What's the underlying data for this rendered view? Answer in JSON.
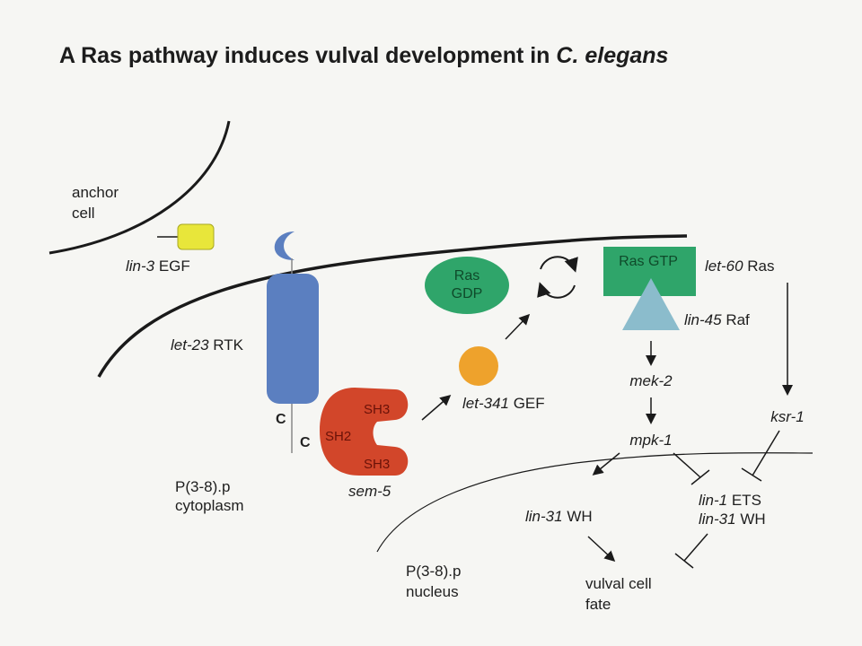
{
  "title": {
    "main": "A Ras pathway induces vulval development in ",
    "species": "C. elegans"
  },
  "labels": {
    "anchor_cell": [
      "anchor",
      "cell"
    ],
    "lin3": {
      "gene": "lin-3",
      "protein": " EGF"
    },
    "let23": {
      "gene": "let-23",
      "protein": " RTK"
    },
    "sem5": "sem-5",
    "sh3_top": "SH3",
    "sh2": "SH2",
    "sh3_bottom": "SH3",
    "c_mark": "C",
    "ras_gdp": [
      "Ras",
      "GDP"
    ],
    "ras_gtp": "Ras GTP",
    "let60": {
      "gene": "let-60",
      "protein": " Ras"
    },
    "lin45": {
      "gene": "lin-45",
      "protein": " Raf"
    },
    "let341": {
      "gene": "let-341",
      "protein": " GEF"
    },
    "mek2": "mek-2",
    "mpk1": "mpk-1",
    "ksr1": "ksr-1",
    "lin31_left": {
      "gene": "lin-31",
      "protein": " WH"
    },
    "lin1": {
      "gene": "lin-1",
      "protein": " ETS"
    },
    "lin31_right": {
      "gene": "lin-31",
      "protein": " WH"
    },
    "vulval_fate": [
      "vulval cell",
      "fate"
    ],
    "cytoplasm": [
      "P(3-8).p",
      "cytoplasm"
    ],
    "nucleus": [
      "P(3-8).p",
      "nucleus"
    ]
  },
  "colors": {
    "egf": "#e8e63a",
    "rtk": "#5b7fc0",
    "sem5": "#d2462a",
    "ras": "#2fa56a",
    "raf": "#8bbccc",
    "gef": "#eea22c"
  }
}
